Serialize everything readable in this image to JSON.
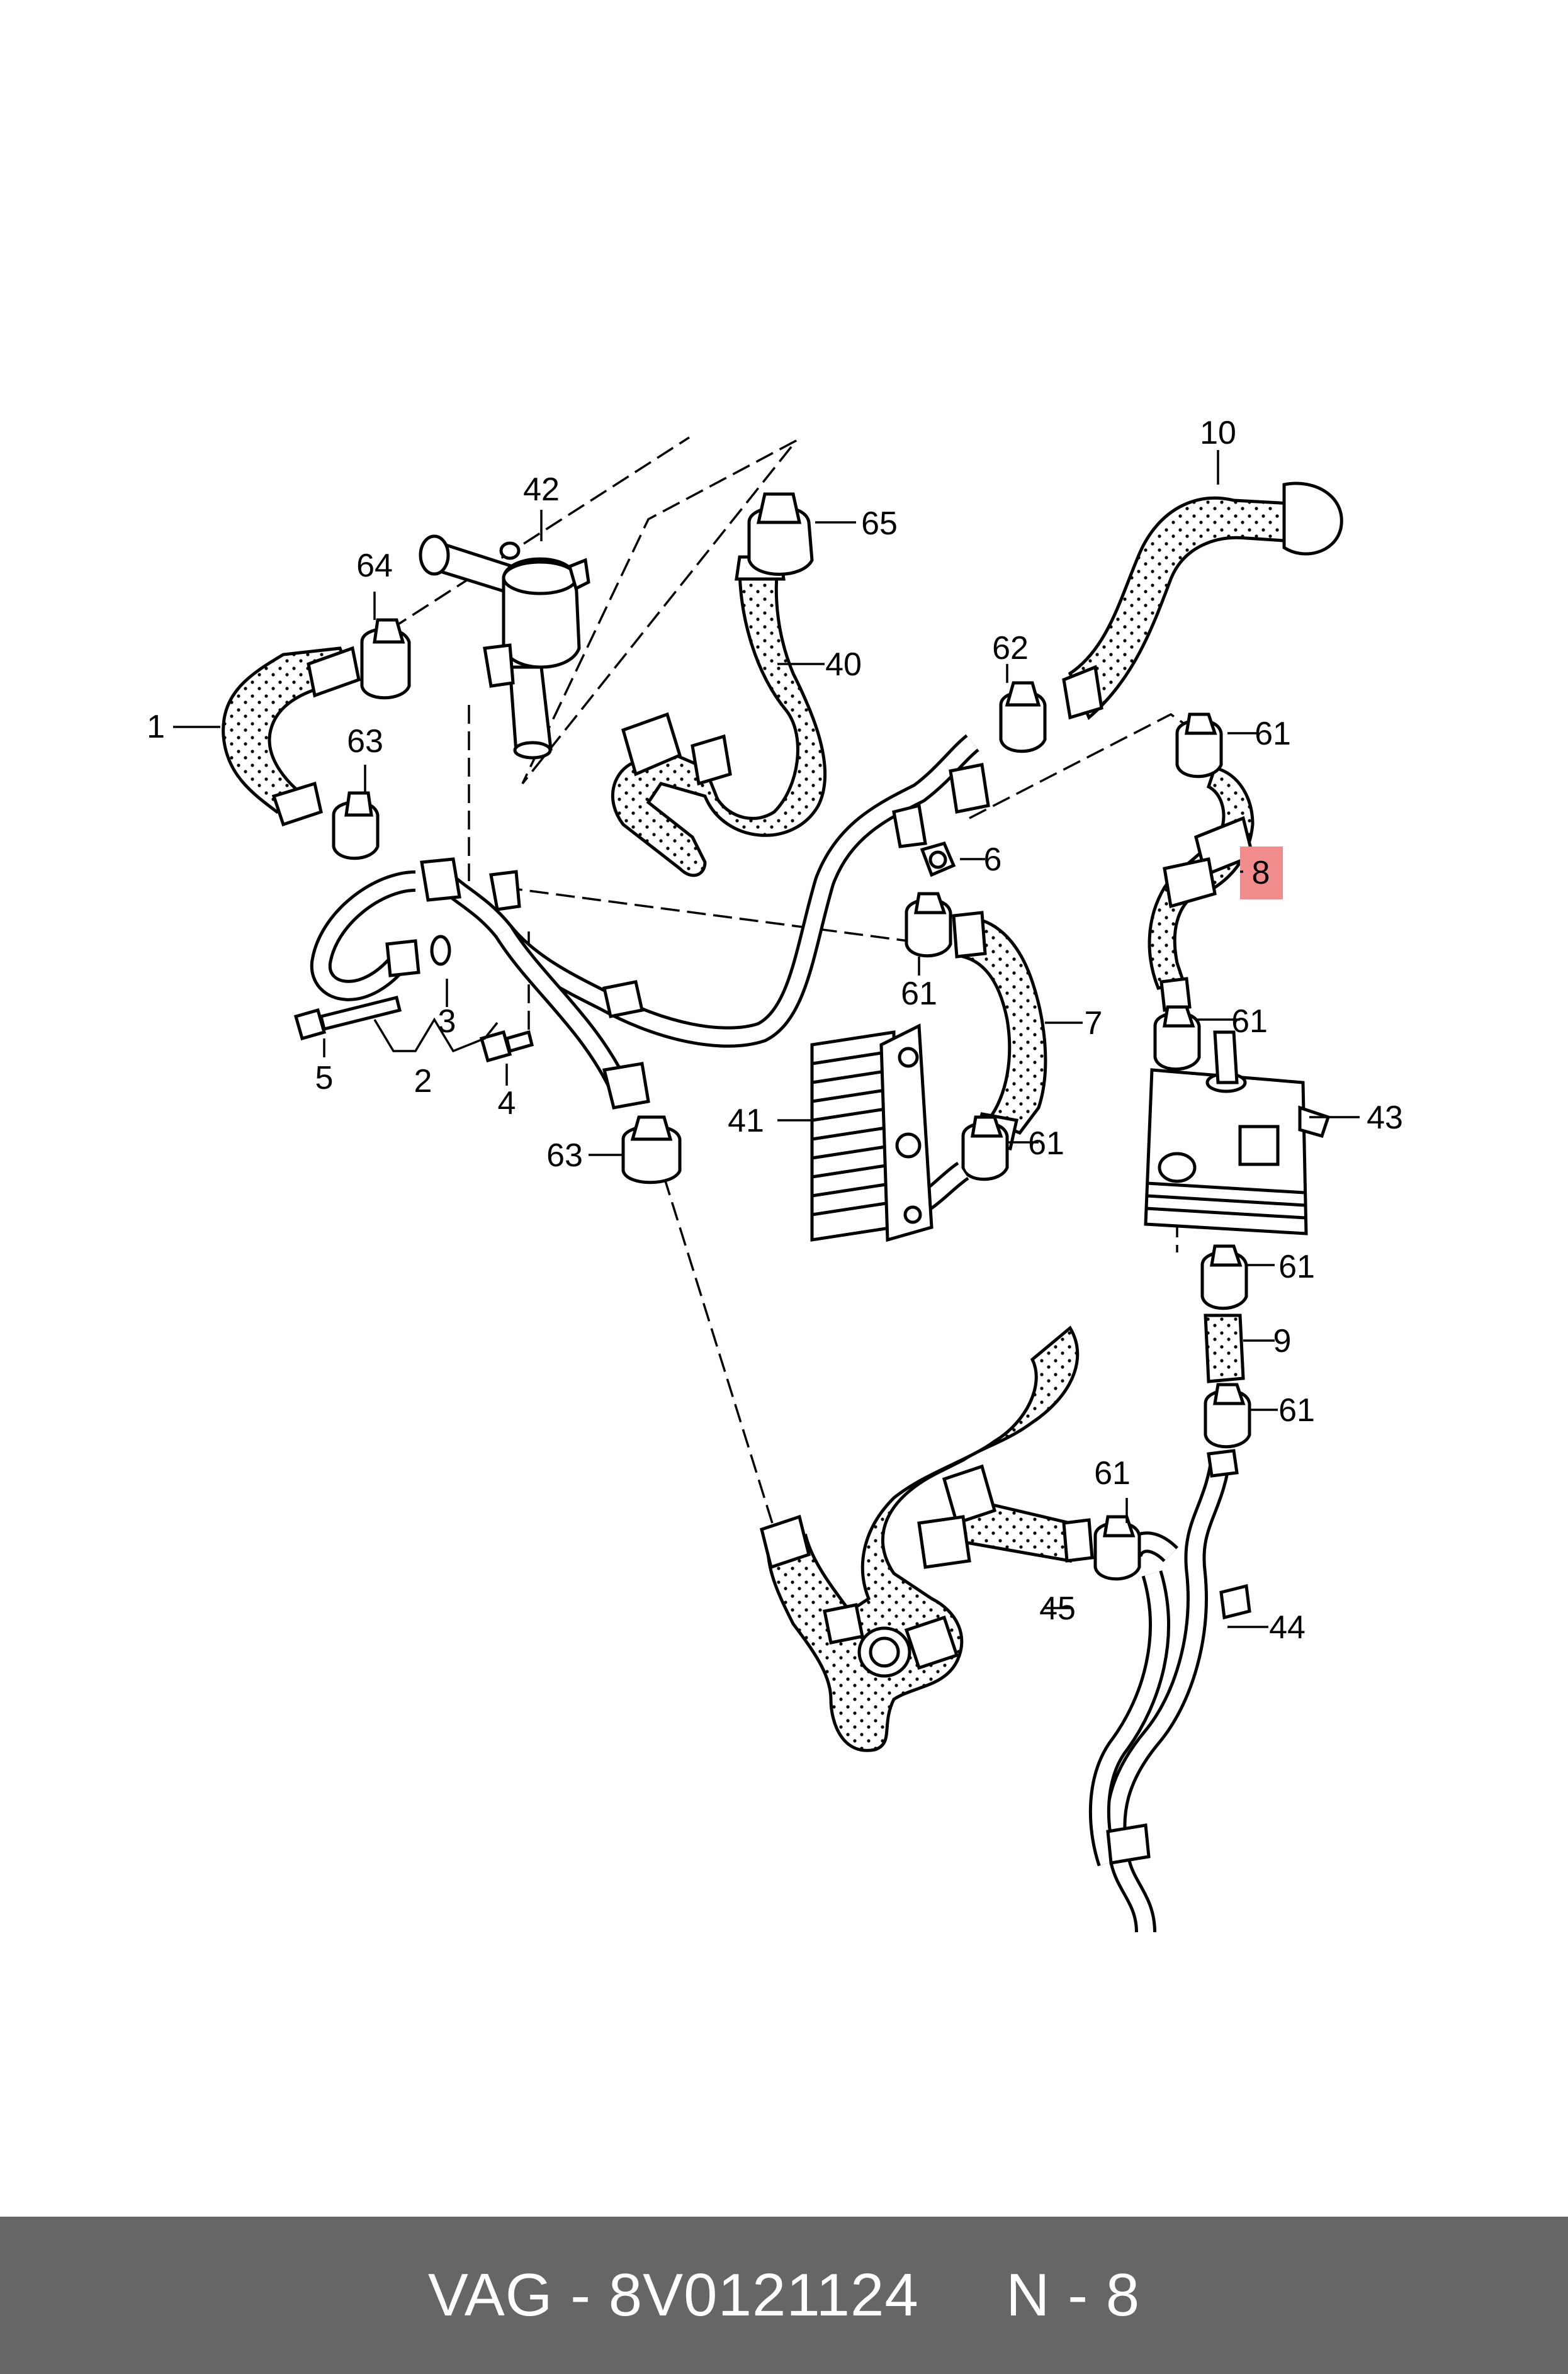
{
  "diagram": {
    "highlight_color": "#f08c8c",
    "labels": [
      {
        "id": "1",
        "text": "1"
      },
      {
        "id": "2",
        "text": "2"
      },
      {
        "id": "3",
        "text": "3"
      },
      {
        "id": "4",
        "text": "4"
      },
      {
        "id": "5",
        "text": "5"
      },
      {
        "id": "6",
        "text": "6"
      },
      {
        "id": "7",
        "text": "7"
      },
      {
        "id": "8",
        "text": "8"
      },
      {
        "id": "9",
        "text": "9"
      },
      {
        "id": "10",
        "text": "10"
      },
      {
        "id": "40",
        "text": "40"
      },
      {
        "id": "41",
        "text": "41"
      },
      {
        "id": "42",
        "text": "42"
      },
      {
        "id": "43",
        "text": "43"
      },
      {
        "id": "44",
        "text": "44"
      },
      {
        "id": "45",
        "text": "45"
      },
      {
        "id": "61a",
        "text": "61"
      },
      {
        "id": "61b",
        "text": "61"
      },
      {
        "id": "61c",
        "text": "61"
      },
      {
        "id": "61d",
        "text": "61"
      },
      {
        "id": "61e",
        "text": "61"
      },
      {
        "id": "61f",
        "text": "61"
      },
      {
        "id": "61g",
        "text": "61"
      },
      {
        "id": "62",
        "text": "62"
      },
      {
        "id": "63a",
        "text": "63"
      },
      {
        "id": "63b",
        "text": "63"
      },
      {
        "id": "64",
        "text": "64"
      },
      {
        "id": "65",
        "text": "65"
      }
    ]
  },
  "footer": {
    "text": "VAG - 8V0121124     N - 8",
    "background": "#666666",
    "color": "#ffffff"
  }
}
